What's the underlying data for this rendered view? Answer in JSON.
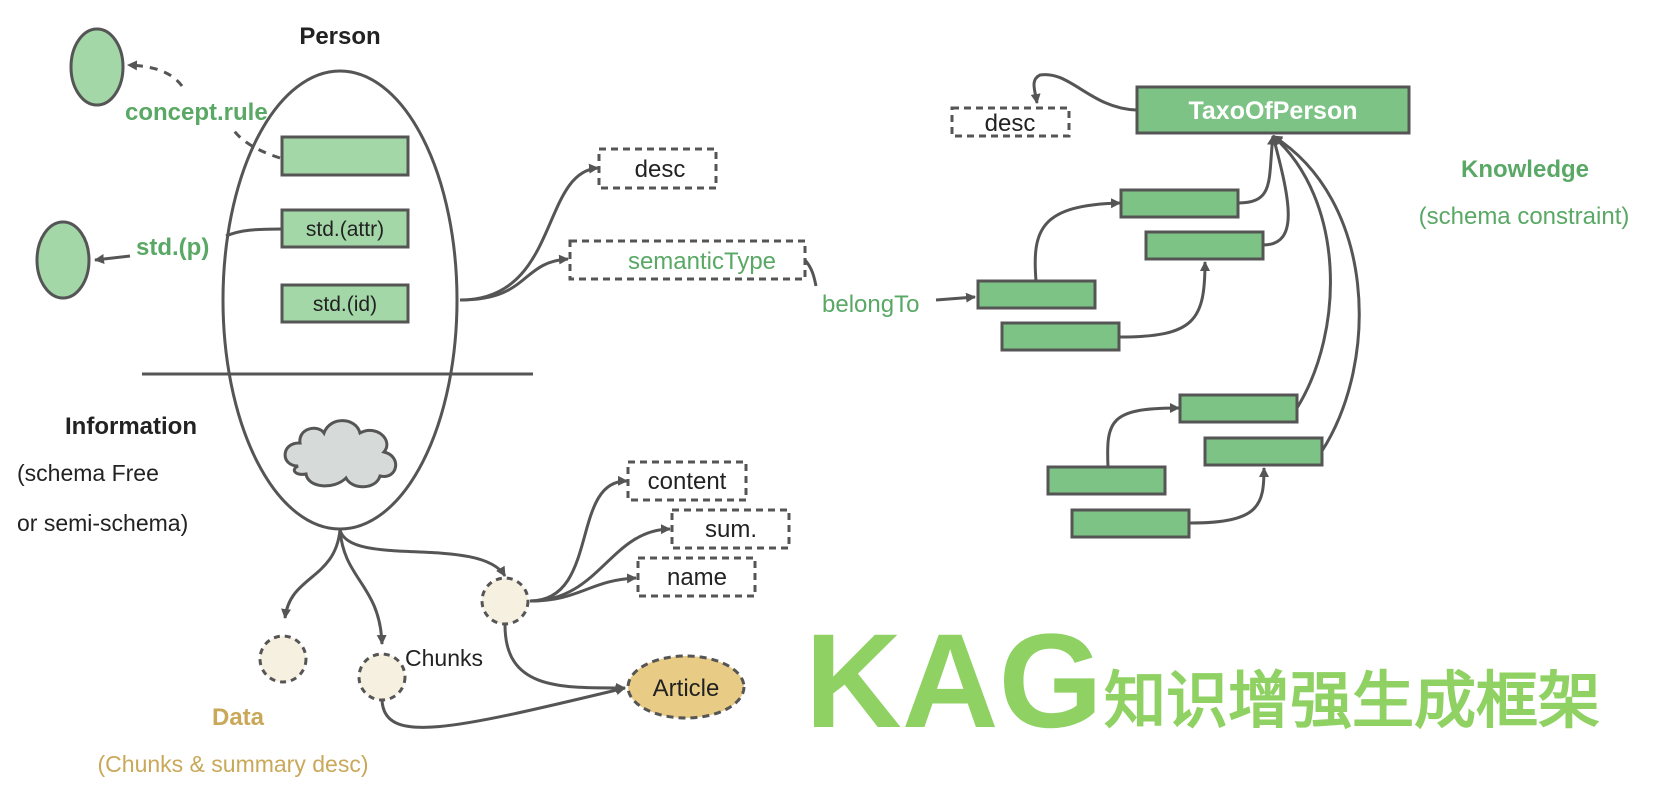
{
  "person": {
    "title": "Person",
    "concept_rule": "concept.rule",
    "std_p": "std.(p)",
    "std_attr": "std.(attr)",
    "std_id": "std.(id)"
  },
  "information": {
    "title": "Information",
    "line1": "(schema Free",
    "line2": "or semi-schema)"
  },
  "data": {
    "title": "Data",
    "subtitle": "(Chunks & summary desc)",
    "chunks": "Chunks",
    "article": "Article",
    "content": "content",
    "sum": "sum.",
    "name": "name"
  },
  "schema_props": {
    "desc": "desc",
    "semantic_type": "semanticType",
    "belong_to": "belongTo"
  },
  "knowledge": {
    "root": "TaxoOfPerson",
    "desc": "desc",
    "title": "Knowledge",
    "subtitle": "(schema constraint)"
  },
  "banner": {
    "kag": "KAG",
    "subtitle": "知识增强生成框架"
  },
  "colors": {
    "green_box": "#7dc385",
    "green_light": "#a3d7a8",
    "green_text": "#5aa865",
    "brand_green": "#8fd163",
    "gold": "#c9a85a",
    "article_fill": "#e8cb85",
    "cream": "#f6f0e0",
    "stroke": "#555555"
  }
}
